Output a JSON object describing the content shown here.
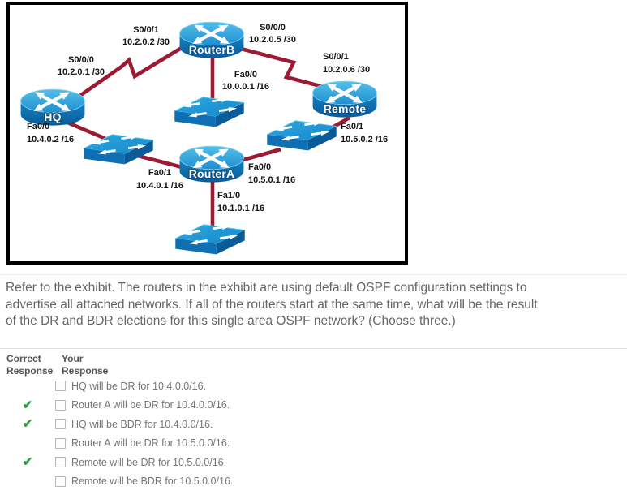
{
  "exhibit": {
    "devices": {
      "routerB": "RouterB",
      "hq": "HQ",
      "remote": "Remote",
      "routerA": "RouterA"
    },
    "labels": {
      "hq_serial": {
        "intf": "S0/0/0",
        "ip": "10.2.0.1 /30"
      },
      "routerb_left": {
        "intf": "S0/0/1",
        "ip": "10.2.0.2 /30"
      },
      "routerb_right": {
        "intf": "S0/0/0",
        "ip": "10.2.0.5 /30"
      },
      "remote_serial": {
        "intf": "S0/0/1",
        "ip": "10.2.0.6 /30"
      },
      "routerb_fa": {
        "intf": "Fa0/0",
        "ip": "10.0.0.1 /16"
      },
      "hq_fa": {
        "intf": "Fa0/0",
        "ip": "10.4.0.2 /16"
      },
      "remote_fa": {
        "intf": "Fa0/1",
        "ip": "10.5.0.2 /16"
      },
      "routera_left": {
        "intf": "Fa0/1",
        "ip": "10.4.0.1 /16"
      },
      "routera_right": {
        "intf": "Fa0/0",
        "ip": "10.5.0.1 /16"
      },
      "routera_down": {
        "intf": "Fa1/0",
        "ip": "10.1.0.1 /16"
      }
    },
    "colors": {
      "link_red": "#9c1b33",
      "device_blue": "#1583c4",
      "check_green": "#2aa143"
    }
  },
  "question": {
    "lines": [
      "Refer to the exhibit. The routers in the exhibit are using default OSPF configuration settings to",
      "advertise all attached networks. If all of the routers start at the same time, what will be the result",
      "of the DR and BDR elections for this single area OSPF network? (Choose three.)"
    ]
  },
  "answers": {
    "correct_col": "Correct Response",
    "your_col": "Your Response",
    "options": [
      {
        "label": "HQ will be DR for 10.4.0.0/16.",
        "mark": ""
      },
      {
        "label": "Router A will be DR for 10.4.0.0/16.",
        "mark": "✔"
      },
      {
        "label": "HQ will be BDR for 10.4.0.0/16.",
        "mark": "✔"
      },
      {
        "label": "Router A will be DR for 10.5.0.0/16.",
        "mark": ""
      },
      {
        "label": "Remote will be DR for 10.5.0.0/16.",
        "mark": "✔"
      },
      {
        "label": "Remote will be BDR for 10.5.0.0/16.",
        "mark": ""
      }
    ]
  }
}
